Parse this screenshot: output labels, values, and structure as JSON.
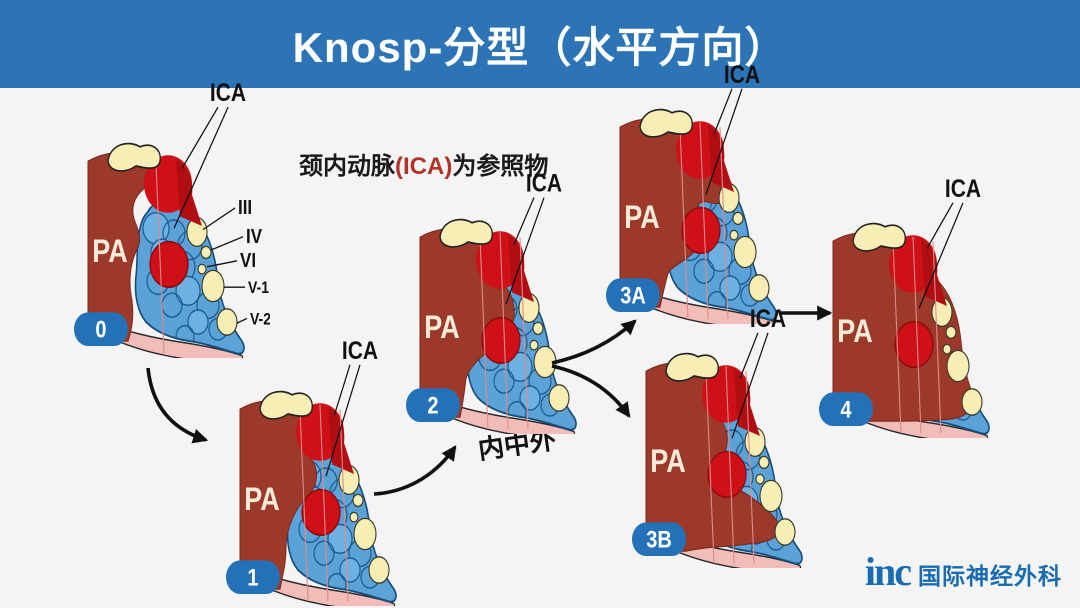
{
  "header": {
    "title": "Knosp-分型（水平方向）"
  },
  "reference_note": {
    "prefix": "颈内动脉",
    "highlight": "(ICA)",
    "suffix": "为参照物"
  },
  "flow_note": "内中外",
  "labels": {
    "pa": "PA",
    "ica": "ICA"
  },
  "nerve_labels": [
    "III",
    "IV",
    "VI",
    "V-1",
    "V-2"
  ],
  "diagrams": [
    {
      "id": "grade-0",
      "badge": "0",
      "variant": "g0",
      "show_nerves": true
    },
    {
      "id": "grade-1",
      "badge": "1",
      "variant": "g1"
    },
    {
      "id": "grade-2",
      "badge": "2",
      "variant": "g2"
    },
    {
      "id": "grade-3a",
      "badge": "3A",
      "variant": "g3a"
    },
    {
      "id": "grade-3b",
      "badge": "3B",
      "variant": "g3b"
    },
    {
      "id": "grade-4",
      "badge": "4",
      "variant": "g4"
    }
  ],
  "logo": {
    "mark": "inc",
    "name": "国际神经外科"
  },
  "colors": {
    "background": "#f4f4f5",
    "header_bg": "#2c74b5",
    "badge_bg": "#2471b8",
    "pa_fill": "#9c392a",
    "pa_stroke": "#7b2a1c",
    "ica_fill": "#cf1016",
    "ica_dark": "#b00e13",
    "sinus_fill": "#5ba2d9",
    "sinus_stroke": "#174e7e",
    "cell_stroke": "#1d5c8f",
    "nerve_fill": "#f6eeb4",
    "nerve_stroke": "#3a3a2a",
    "band_fill": "#f2bcb8",
    "band_stroke": "#2a2a2a",
    "knosp_line": "#e08a8a",
    "note_red": "#b23327",
    "logo_blue": "#1a6cb2",
    "pa_text": "#f6ead8",
    "arrow_black": "#111111"
  }
}
